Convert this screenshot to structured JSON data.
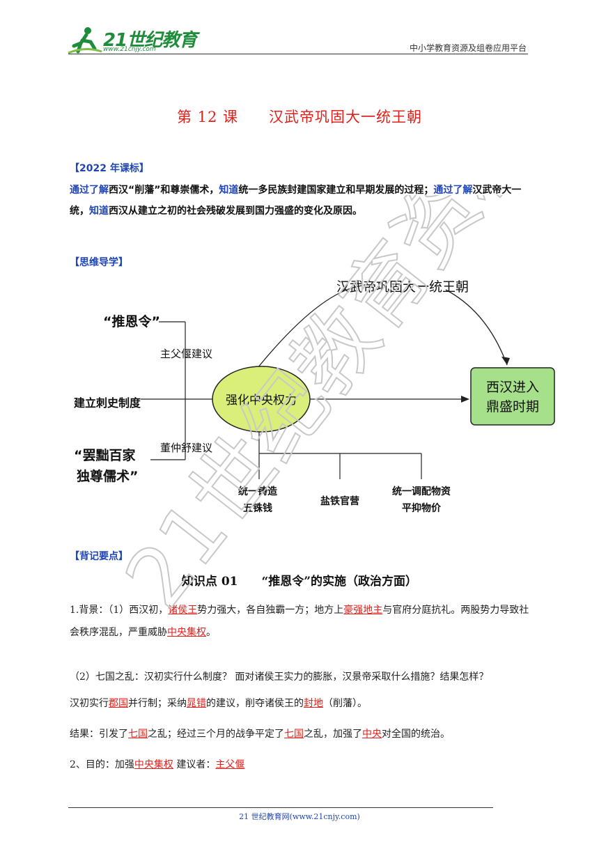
{
  "header": {
    "logo_main": "21世纪教育",
    "logo_sub": "www.21cnjy.com",
    "platform": "中小学教育资源及组卷应用平台"
  },
  "title": {
    "lesson": "第 12 课",
    "name": "汉武帝巩固大一统王朝"
  },
  "standard": {
    "head": "【2022 年课标】",
    "segments": [
      {
        "t": "通过了解",
        "c": "blue"
      },
      {
        "t": "西汉“削藩”和尊崇儒术，",
        "c": "black"
      },
      {
        "t": "知道",
        "c": "blue"
      },
      {
        "t": "统一多民族封建国家建立和早期发展的过程；",
        "c": "black"
      },
      {
        "t": "通过了解",
        "c": "blue"
      },
      {
        "t": "汉武帝大一统，",
        "c": "black"
      },
      {
        "t": "知道",
        "c": "blue"
      },
      {
        "t": "西汉从建立之初的社会残破发展到国力强盛的变化及原因。",
        "c": "black"
      }
    ]
  },
  "mindmap": {
    "head": "【思维导学】",
    "top_label": "汉武帝巩固大一统王朝",
    "left_items": [
      "“推恩令”",
      "建立刺史制度",
      "“罢黜百家",
      "独尊儒术”"
    ],
    "branch_labels": [
      "主父偃建议",
      "董仲舒建议"
    ],
    "center": "强化中央权力",
    "result_lines": [
      "西汉进入",
      "鼎盛时期"
    ],
    "bottom_items": [
      [
        "统一铸造",
        "五铢钱"
      ],
      [
        "盐铁官营"
      ],
      [
        "统一调配物资",
        "平抑物价"
      ]
    ]
  },
  "memorize": {
    "head": "【背记要点】",
    "kp_title": "知识点 01　　“推恩令”的实施（政治方面）"
  },
  "body": [
    [
      {
        "t": "1.背景：（1）西汉初，"
      },
      {
        "t": "诸侯王",
        "u": true
      },
      {
        "t": "势力强大，各自独霸一方；地方上"
      },
      {
        "t": "豪强地主",
        "u": true
      },
      {
        "t": "与官府分庭抗礼。两股势力导致社会秩序混乱，严重威胁"
      },
      {
        "t": "中央集权",
        "u": true
      },
      {
        "t": "。"
      }
    ],
    [
      {
        "t": "（2）七国之乱：汉初实行什么制度？ 面对诸侯王实力的膨胀，汉景帝采取什么措施？结果怎样？"
      }
    ],
    [
      {
        "t": "汉初实行"
      },
      {
        "t": "郡国",
        "u": true
      },
      {
        "t": "并行制；采纳"
      },
      {
        "t": "晁错",
        "u": true
      },
      {
        "t": "的建议，削夺诸侯王的"
      },
      {
        "t": "封地",
        "u": true
      },
      {
        "t": "（削藩）。"
      }
    ],
    [
      {
        "t": "结果：引发了"
      },
      {
        "t": "七国",
        "u": true
      },
      {
        "t": "之乱；经过三个月的战争平定了"
      },
      {
        "t": "七国",
        "u": true
      },
      {
        "t": "之乱，加强了"
      },
      {
        "t": "中央",
        "u": true
      },
      {
        "t": "对全国的统治。"
      }
    ],
    [
      {
        "t": "2、目的：加强"
      },
      {
        "t": "中央集权",
        "u": true
      },
      {
        "t": "  建议者："
      },
      {
        "t": "主父偃",
        "u": true
      }
    ]
  ],
  "footer": "21 世纪教育网(www.21cnjy.com)",
  "watermark": "21世纪教育资料",
  "colors": {
    "red": "#e0201a",
    "blue": "#1f45b5",
    "green_box": "#a6e08a",
    "ellipse": "#d9ef7a"
  }
}
